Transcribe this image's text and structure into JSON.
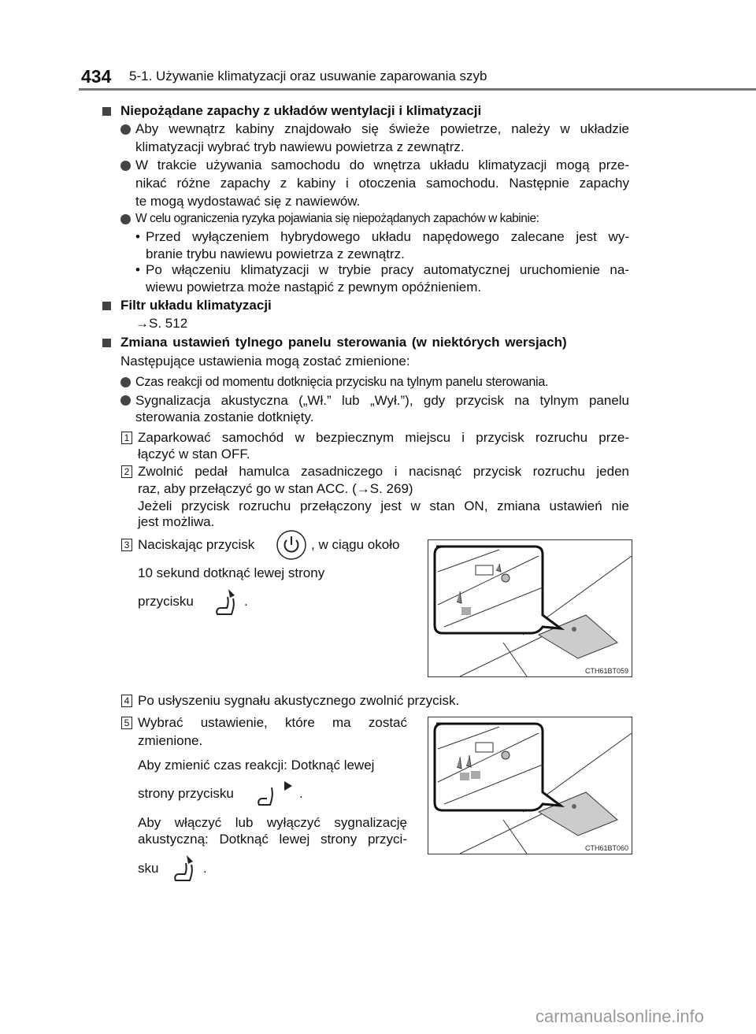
{
  "header": {
    "page_number": "434",
    "section_title": "5-1. Używanie klimatyzacji oraz usuwanie zaparowania szyb"
  },
  "s1": {
    "heading": "Niepożądane zapachy z układów wentylacji i klimatyzacji",
    "b1": [
      "Aby wewnątrz kabiny znajdowało się świeże powietrze, należy w układzie",
      "klimatyzacji wybrać tryb nawiewu powietrza z zewnątrz."
    ],
    "b2": [
      "W trakcie używania samochodu do wnętrza układu klimatyzacji mogą prze-",
      "nikać różne zapachy z kabiny i otoczenia samochodu. Następnie zapachy",
      "te mogą wydostawać się z nawiewów."
    ],
    "b3": "W celu ograniczenia ryzyka pojawiania się niepożądanych zapachów w kabinie:",
    "sub1": [
      "Przed wyłączeniem hybrydowego układu napędowego zalecane jest wy-",
      "branie trybu nawiewu powietrza z zewnątrz."
    ],
    "sub2": [
      "Po włączeniu klimatyzacji w trybie pracy automatycznej uruchomienie na-",
      "wiewu powietrza może nastąpić z pewnym opóźnieniem."
    ],
    "bullet_char": "•"
  },
  "s2": {
    "heading": "Filtr układu klimatyzacji",
    "ref": "→S. 512"
  },
  "s3": {
    "heading": "Zmiana ustawień tylnego panelu sterowania (w niektórych wersjach)",
    "intro": "Następujące ustawienia mogą zostać zmienione:",
    "b1": "Czas reakcji od momentu dotknięcia przycisku na tylnym panelu sterowania.",
    "b2": [
      "Sygnalizacja akustyczna („Wł.” lub „Wył.”), gdy przycisk na tylnym panelu",
      "sterowania zostanie dotknięty."
    ],
    "steps": [
      {
        "n": "1",
        "lines": [
          "Zaparkować samochód w bezpiecznym miejscu i przycisk rozruchu prze-",
          "łączyć w stan OFF."
        ]
      },
      {
        "n": "2",
        "lines": [
          "Zwolnić pedał hamulca zasadniczego i nacisnąć przycisk rozruchu jeden",
          "raz, aby przełączyć go w stan ACC. (→S. 269)"
        ],
        "note": [
          "Jeżeli przycisk rozruchu przełączony jest w stan ON, zmiana ustawień nie",
          "jest możliwa."
        ]
      },
      {
        "n": "3",
        "a": "Naciskając przycisk",
        "b": ", w ciągu około",
        "c": "10 sekund dotknąć lewej strony",
        "d": "przycisku",
        "e": "."
      },
      {
        "n": "4",
        "text": "Po usłyszeniu sygnału akustycznego zwolnić przycisk."
      },
      {
        "n": "5",
        "lines": [
          "Wybrać ustawienie, które ma zostać",
          "zmienione."
        ],
        "p1a": "Aby zmienić czas reakcji: Dotknąć lewej",
        "p1b": "strony przycisku",
        "p1c": ".",
        "p2": [
          "Aby włączyć lub wyłączyć sygnalizację",
          "akustyczną: Dotknąć lewej strony przyci-"
        ],
        "p2c": "sku",
        "p2d": "."
      }
    ]
  },
  "figures": [
    {
      "label": "CTH61BT059"
    },
    {
      "label": "CTH61BT060"
    }
  ],
  "watermark": "carmanualsonline.info"
}
